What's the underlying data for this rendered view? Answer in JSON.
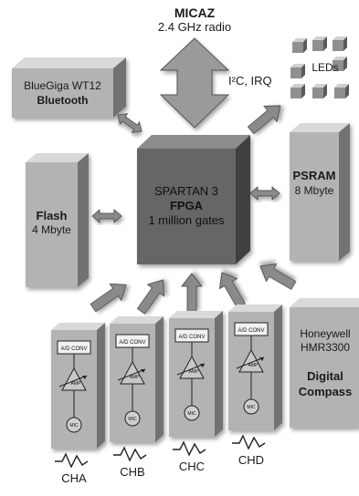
{
  "radio": {
    "name": "MICAZ",
    "desc": "2.4 GHz radio",
    "link": "I²C, IRQ"
  },
  "bluetooth": {
    "model": "BlueGiga WT12",
    "name": "Bluetooth"
  },
  "leds": {
    "label": "LEDs"
  },
  "fpga": {
    "part": "SPARTAN 3",
    "name": "FPGA",
    "size": "1 million gates"
  },
  "flash": {
    "name": "Flash",
    "size": "4 Mbyte"
  },
  "psram": {
    "name": "PSRAM",
    "size": "8 Mbyte"
  },
  "compass": {
    "maker": "Honeywell",
    "model": "HMR3300",
    "name1": "Digital",
    "name2": "Compass"
  },
  "channel_parts": {
    "adc": "A/D CONV",
    "amp": "AMP",
    "mic": "MIC"
  },
  "channels": [
    {
      "label": "CHA"
    },
    {
      "label": "CHB"
    },
    {
      "label": "CHC"
    },
    {
      "label": "CHD"
    }
  ],
  "colors": {
    "front": "#b3b3b3",
    "top": "#d9d9d9",
    "side": "#727272",
    "fpga_front": "#666666",
    "fpga_top": "#8c8c8c",
    "fpga_side": "#3f3f3f"
  }
}
